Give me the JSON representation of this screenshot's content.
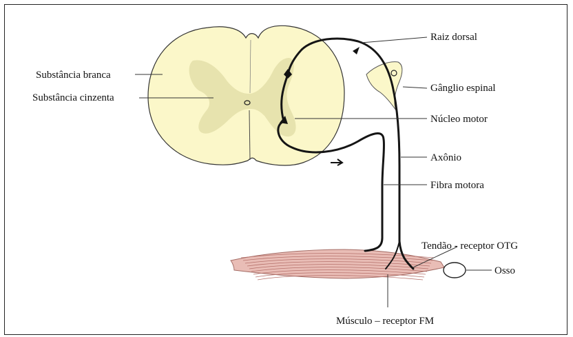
{
  "labels": {
    "white_matter": "Substância branca",
    "gray_matter": "Substância cinzenta",
    "dorsal_root": "Raiz dorsal",
    "spinal_ganglion": "Gânglio espinal",
    "motor_nucleus": "Núcleo motor",
    "axon": "Axônio",
    "motor_fiber": "Fibra motora",
    "tendon_receptor": "Tendão - receptor OTG",
    "bone": "Osso",
    "muscle_receptor": "Músculo – receptor FM"
  },
  "colors": {
    "white_matter_fill": "#fbf7c9",
    "gray_matter_fill": "#e7e3ae",
    "muscle_fill": "#e9bdb6",
    "muscle_lines": "#b5706a",
    "nerve": "#151515"
  }
}
